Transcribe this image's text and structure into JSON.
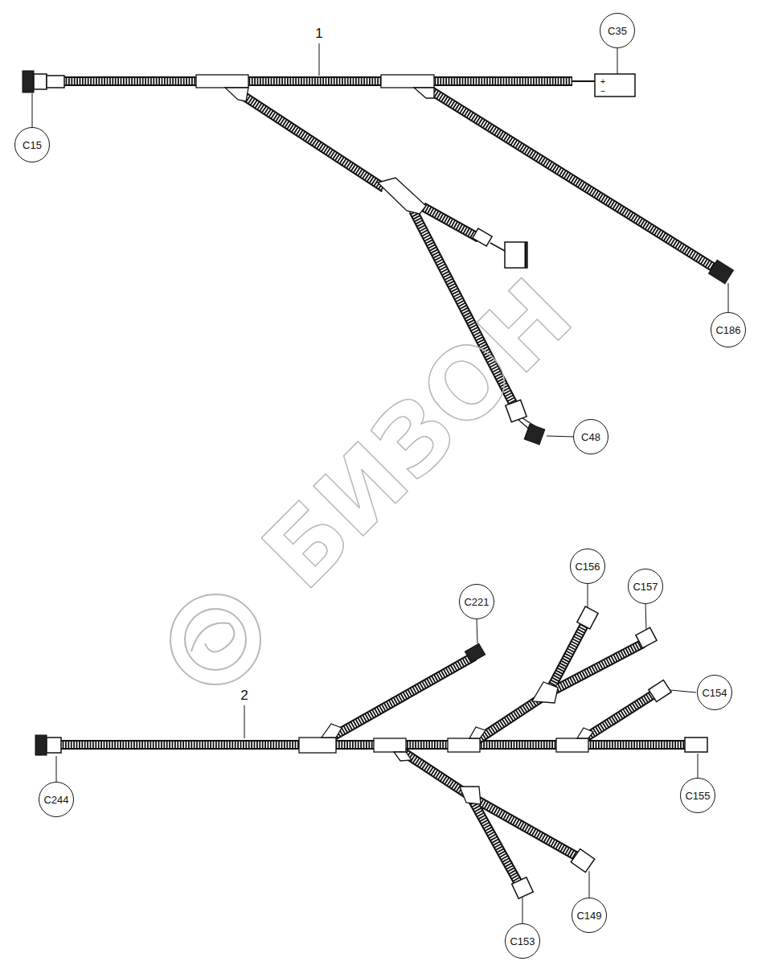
{
  "diagram": {
    "nodes": [
      {
        "text": [
          "C35"
        ]
      },
      {
        "text": [
          "C15"
        ]
      },
      {
        "text": [
          "C186"
        ]
      },
      {
        "text": [
          "C48"
        ]
      },
      {
        "text": [
          "C156"
        ]
      },
      {
        "text": [
          "C157"
        ]
      },
      {
        "text": [
          "C221"
        ]
      },
      {
        "text": [
          "C154"
        ]
      },
      {
        "text": [
          "C244"
        ]
      },
      {
        "text": [
          "C155"
        ]
      },
      {
        "text": [
          "C149"
        ]
      },
      {
        "text": [
          "C153"
        ]
      }
    ],
    "labels": [
      "1",
      "2",
      "+",
      "−",
      "БИЗОН"
    ]
  }
}
